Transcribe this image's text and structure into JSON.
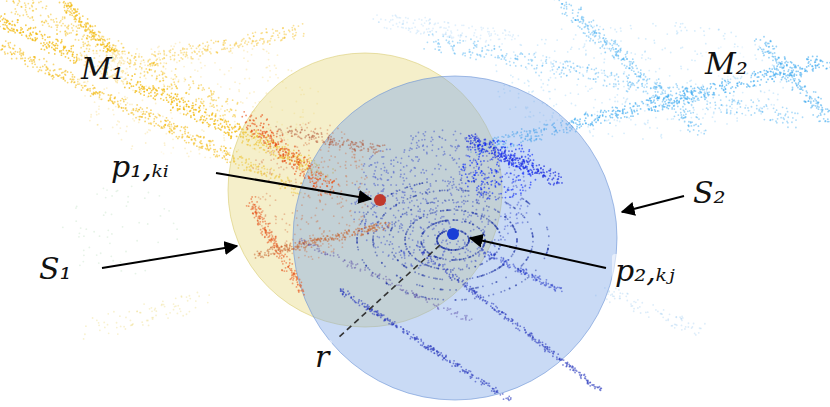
{
  "diagram": {
    "labels": [
      "M₁",
      "M₂",
      "p₁,ₖᵢ",
      "S₁",
      "S₂",
      "p₂,ₖⱼ",
      "r"
    ]
  }
}
